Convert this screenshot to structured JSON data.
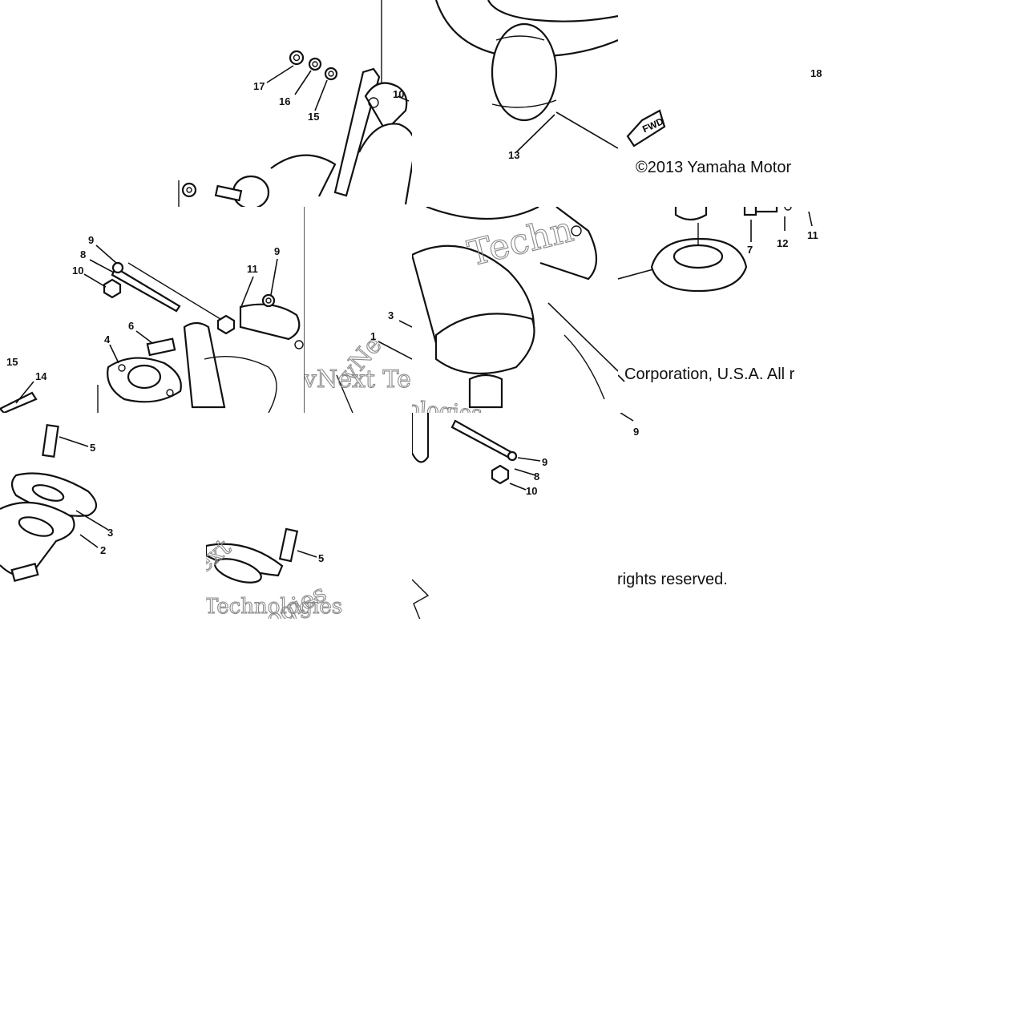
{
  "copyright": {
    "line1": "©2013 Yamaha Motor",
    "line2": "Corporation, U.S.A. All r",
    "line3": "rights reserved."
  },
  "watermark": {
    "w1": "Techn",
    "w2": "vNext Te",
    "w3": "vNe",
    "w4": "ologies",
    "w5": "ext",
    "w6": "Technologies",
    "w7": "ogies"
  },
  "fwd_label": "FWD",
  "callouts": {
    "t1": [
      "17",
      "16",
      "15",
      "10"
    ],
    "t2": [
      "13",
      "18"
    ],
    "t4": [
      "9",
      "8",
      "10",
      "11",
      "9",
      "6",
      "4",
      "15",
      "14"
    ],
    "t5": [
      "3",
      "1"
    ],
    "t6": [
      "7",
      "12",
      "11",
      "9"
    ],
    "t7": [
      "5",
      "3",
      "2"
    ],
    "t8": [
      "5"
    ],
    "t9": [
      "9",
      "8",
      "10"
    ]
  }
}
